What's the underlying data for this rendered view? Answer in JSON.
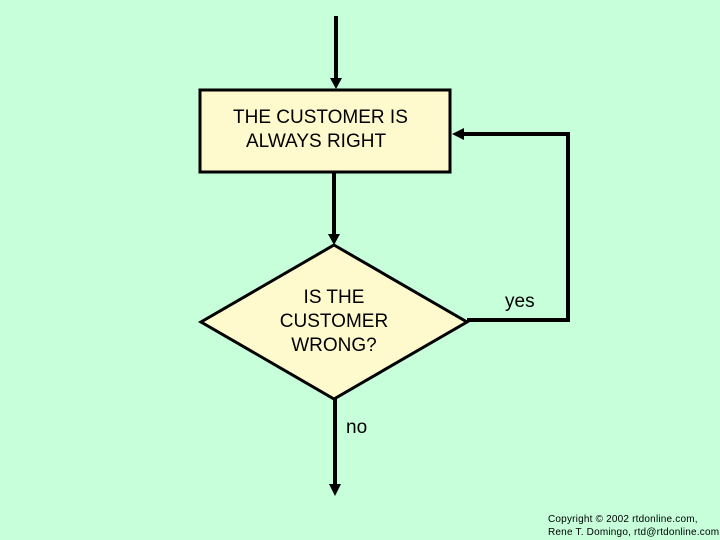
{
  "colors": {
    "background": "#c6ffda",
    "shape_fill": "#fffacd",
    "stroke": "#000000"
  },
  "process_box": {
    "lines": [
      "THE CUSTOMER IS",
      "ALWAYS RIGHT"
    ]
  },
  "decision": {
    "lines": [
      "IS THE",
      "CUSTOMER",
      "WRONG?"
    ]
  },
  "branches": {
    "yes": "yes",
    "no": "no"
  },
  "footer": {
    "lines": [
      "Copyright © 2002  rtdonline.com,",
      "Rene T. Domingo, rtd@rtdonline.com"
    ]
  }
}
